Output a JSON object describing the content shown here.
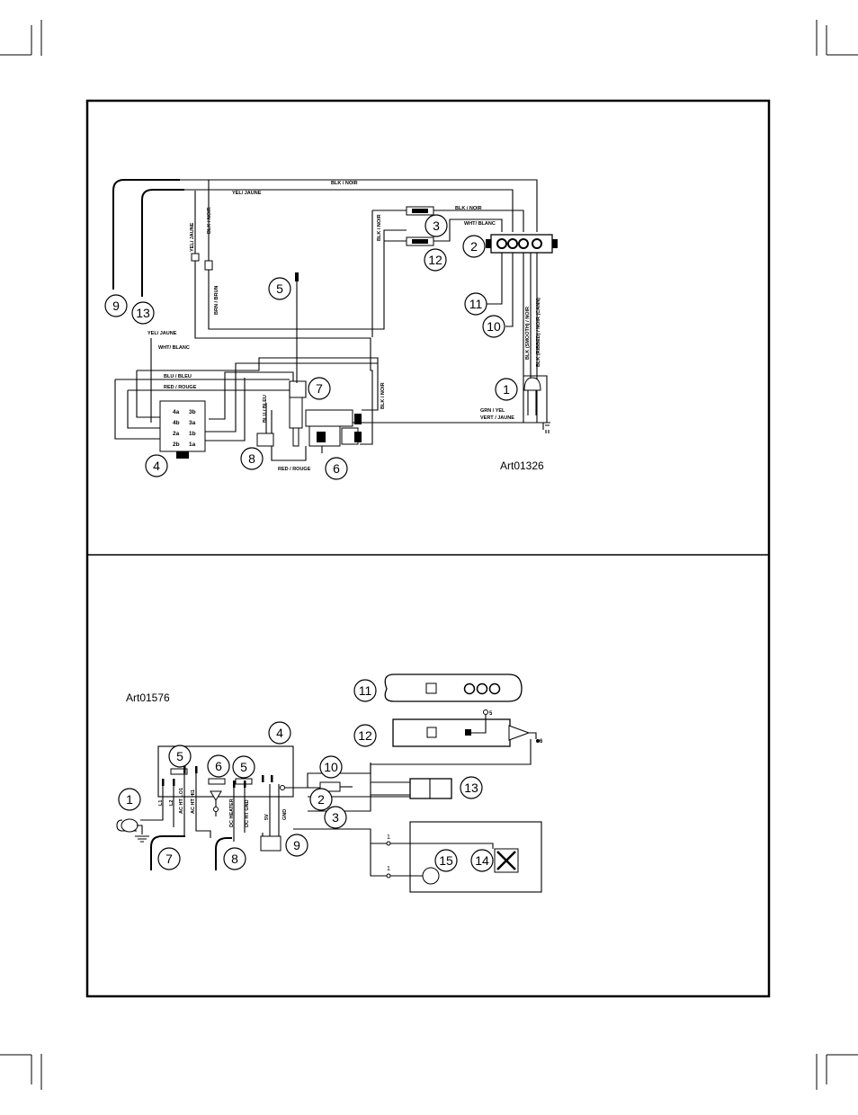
{
  "top": {
    "art_id": "Art01326",
    "callouts": [
      "1",
      "2",
      "3",
      "4",
      "5",
      "6",
      "7",
      "8",
      "9",
      "10",
      "11",
      "12",
      "13"
    ],
    "wire_labels": {
      "blk_noir": "BLK / NOIR",
      "yel_jaune": "YEL/ JAUNE",
      "yel_jaune_v": "YEL/ JAUNE",
      "blk_noir_v": "BLK / NOIR",
      "brn_brun": "BRN / BRUN",
      "blk_noir_2": "BLK / NOIR",
      "blk_noir_3": "BLK / NOIR",
      "wht_blanc_2": "WHT/ BLANC",
      "yel_jaune_2": "YEL/ JAUNE",
      "wht_blanc": "WHT/ BLANC",
      "blu_bleu": "BLU / BLEU",
      "red_rouge": "RED / ROUGE",
      "blu_bleu_v": "BLU / BLEU",
      "red_rouge_2": "RED / ROUGE",
      "blk_noir_4": "BLK / NOIR",
      "blk_smooth": "BLK (SMOOTH) / NOIR",
      "blk_ribbed": "BLK (RIBBED) / NOIR (CANN)",
      "grn_yel": "GRN / YEL",
      "vert_jaune": "VERT / JAUNE"
    },
    "terminals": [
      "4a",
      "3b",
      "4b",
      "3a",
      "2a",
      "1b",
      "2b",
      "1a"
    ]
  },
  "bottom": {
    "art_id": "Art01576",
    "callouts": [
      "1",
      "2",
      "3",
      "4",
      "5",
      "5",
      "6",
      "7",
      "8",
      "9",
      "10",
      "11",
      "12",
      "13",
      "14",
      "15"
    ],
    "pin_labels": [
      "L1",
      "L2",
      "AC HT LO1",
      "AC HT HI1",
      "DC HEATER",
      "DC HT GND",
      "5V",
      "GND"
    ],
    "small_labels": [
      "1",
      "1",
      "5",
      "6"
    ]
  }
}
